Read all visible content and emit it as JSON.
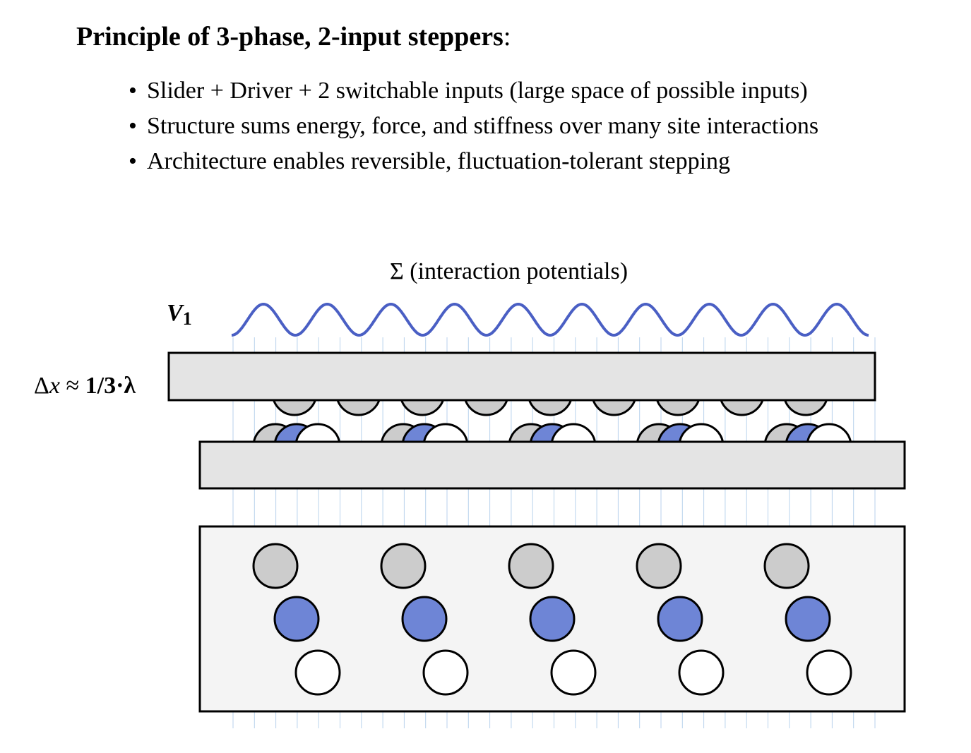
{
  "title": {
    "bold": "Principle of 3-phase, 2-input steppers",
    "suffix": ":"
  },
  "bullets": [
    "Slider + Driver + 2 switchable inputs (large space of possible inputs)",
    "Structure sums energy, force, and stiffness over many site interactions",
    "Architecture enables reversible, fluctuation-tolerant stepping"
  ],
  "bullet_glyph": "•",
  "diagram": {
    "sum_label": "Σ (interaction potentials)",
    "v1_label": {
      "letter": "V",
      "subscript": "1"
    },
    "dx_label": {
      "delta": "Δ",
      "var": "x",
      "approx": " ≈ ",
      "value": "1/3·λ"
    },
    "wave_periods": 10,
    "site_groups": 5,
    "colors": {
      "wave": "#4a5fc4",
      "bar_fill": "#e4e4e4",
      "panel_fill": "#f4f4f4",
      "gray_site": "#cccccc",
      "blue_site": "#6e85d6",
      "white_site": "#ffffff",
      "gridline": "#b8d2ec",
      "outline": "#000000"
    }
  }
}
